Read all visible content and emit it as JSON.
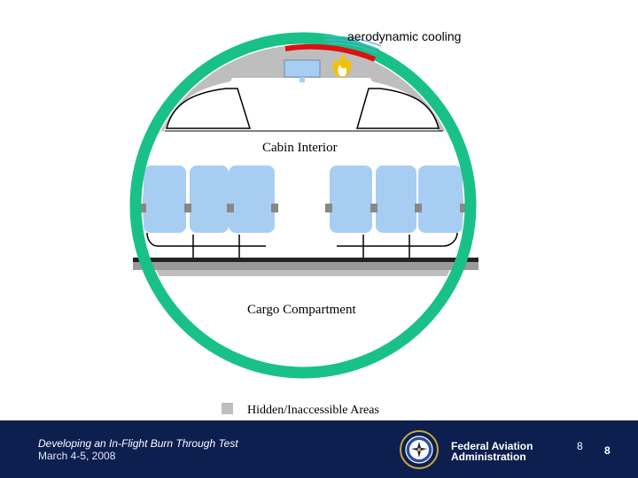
{
  "diagram": {
    "labels": {
      "aerodynamic_cooling": "aerodynamic cooling",
      "cabin_interior": "Cabin Interior",
      "cargo_compartment": "Cargo Compartment",
      "legend": "Hidden/Inaccessible Areas"
    },
    "colors": {
      "fuselage_ring": "#19c189",
      "hidden_area": "#bebebe",
      "seat": "#a8cdf2",
      "fire_zone": "#dd1111",
      "flame": "#f2c200"
    }
  },
  "footer": {
    "presentation_title": "Developing an In-Flight Burn Through Test",
    "date": "March 4-5, 2008",
    "agency_line1": "Federal Aviation",
    "agency_line2": "Administration",
    "page_number_small": "8",
    "page_number": "8",
    "background": "#0c1f4f"
  }
}
